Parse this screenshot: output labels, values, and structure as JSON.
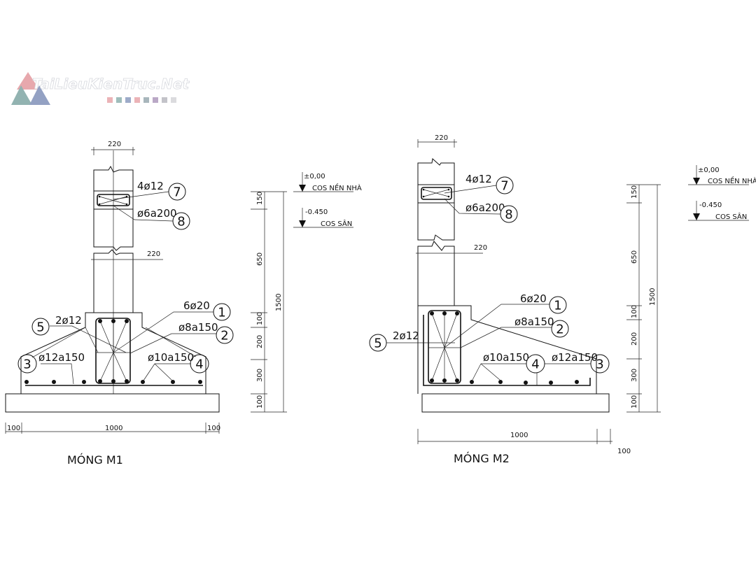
{
  "watermark": {
    "text": "TaiLieuKienTruc.Net",
    "swatch_colors": [
      "#e59a9f",
      "#7fa8a5",
      "#7d8fb8",
      "#e59a9f",
      "#8c9ea6",
      "#a48bb3",
      "#b0b0b8",
      "#cfcfd4"
    ]
  },
  "mong_m1": {
    "title": "MÓNG M1",
    "column_width_top": "220",
    "column_width_mid": "220",
    "labels": {
      "l7": "4ø12",
      "l8": "ø6a200",
      "l1": "6ø20",
      "l2": "ø8a150",
      "l5": "2ø12",
      "l3": "ø12a150",
      "l4": "ø10a150"
    },
    "markers": {
      "m1": "1",
      "m2": "2",
      "m3": "3",
      "m4": "4",
      "m5": "5",
      "m7": "7",
      "m8": "8"
    },
    "bottom_dims": [
      "100",
      "1000",
      "100"
    ],
    "vertical_dims": [
      "150",
      "650",
      "100",
      "200",
      "300",
      "100"
    ],
    "total_height": "1500",
    "levels": [
      {
        "value": "±0,00",
        "name": "COS NỀN NHÀ"
      },
      {
        "value": "-0.450",
        "name": "COS SÂN"
      }
    ]
  },
  "mong_m2": {
    "title": "MÓNG M2",
    "column_width_top": "220",
    "column_width_mid": "220",
    "labels": {
      "l7": "4ø12",
      "l8": "ø6a200",
      "l1": "6ø20",
      "l2": "ø8a150",
      "l5": "2ø12",
      "l4": "ø10a150",
      "l3": "ø12a150"
    },
    "markers": {
      "m1": "1",
      "m2": "2",
      "m3": "3",
      "m4": "4",
      "m5": "5",
      "m7": "7",
      "m8": "8"
    },
    "bottom_dims": [
      "1000",
      "100"
    ],
    "vertical_dims": [
      "150",
      "650",
      "100",
      "200",
      "300",
      "100"
    ],
    "total_height": "1500",
    "levels": [
      {
        "value": "±0,00",
        "name": "COS NỀN NHÀ"
      },
      {
        "value": "-0.450",
        "name": "COS SÂN"
      }
    ]
  }
}
